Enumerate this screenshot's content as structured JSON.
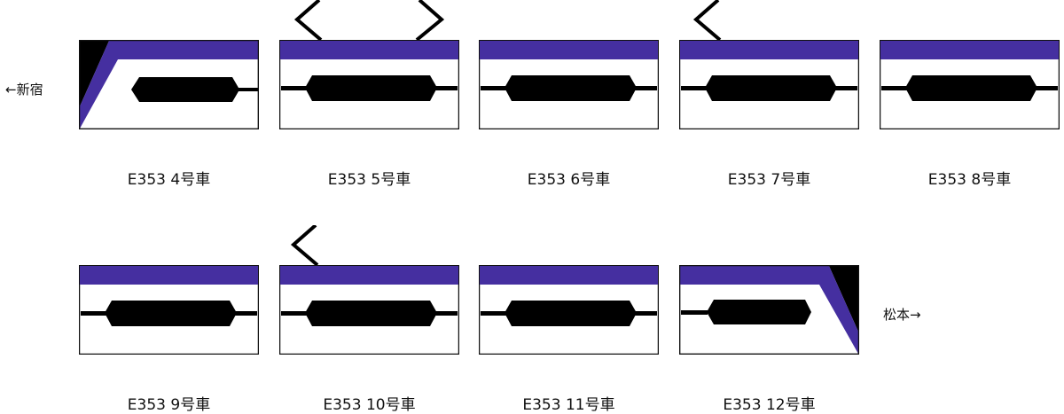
{
  "colors": {
    "band": "#452fa0",
    "body": "#ffffff",
    "outline": "#111111",
    "window": "#000000"
  },
  "directions": {
    "left": "←新宿",
    "right": "松本→"
  },
  "cars": [
    {
      "label": "E353 4号車",
      "number": 4,
      "type": "cab-left",
      "pantographs": []
    },
    {
      "label": "E353 5号車",
      "number": 5,
      "type": "middle",
      "pantographs": [
        "left",
        "right"
      ]
    },
    {
      "label": "E353 6号車",
      "number": 6,
      "type": "middle",
      "pantographs": []
    },
    {
      "label": "E353 7号車",
      "number": 7,
      "type": "middle",
      "pantographs": [
        "left"
      ]
    },
    {
      "label": "E353 8号車",
      "number": 8,
      "type": "middle",
      "pantographs": []
    },
    {
      "label": "E353 9号車",
      "number": 9,
      "type": "middle",
      "pantographs": []
    },
    {
      "label": "E353 10号車",
      "number": 10,
      "type": "middle",
      "pantographs": [
        "left"
      ]
    },
    {
      "label": "E353 11号車",
      "number": 11,
      "type": "middle",
      "pantographs": []
    },
    {
      "label": "E353 12号車",
      "number": 12,
      "type": "cab-right",
      "pantographs": []
    }
  ]
}
